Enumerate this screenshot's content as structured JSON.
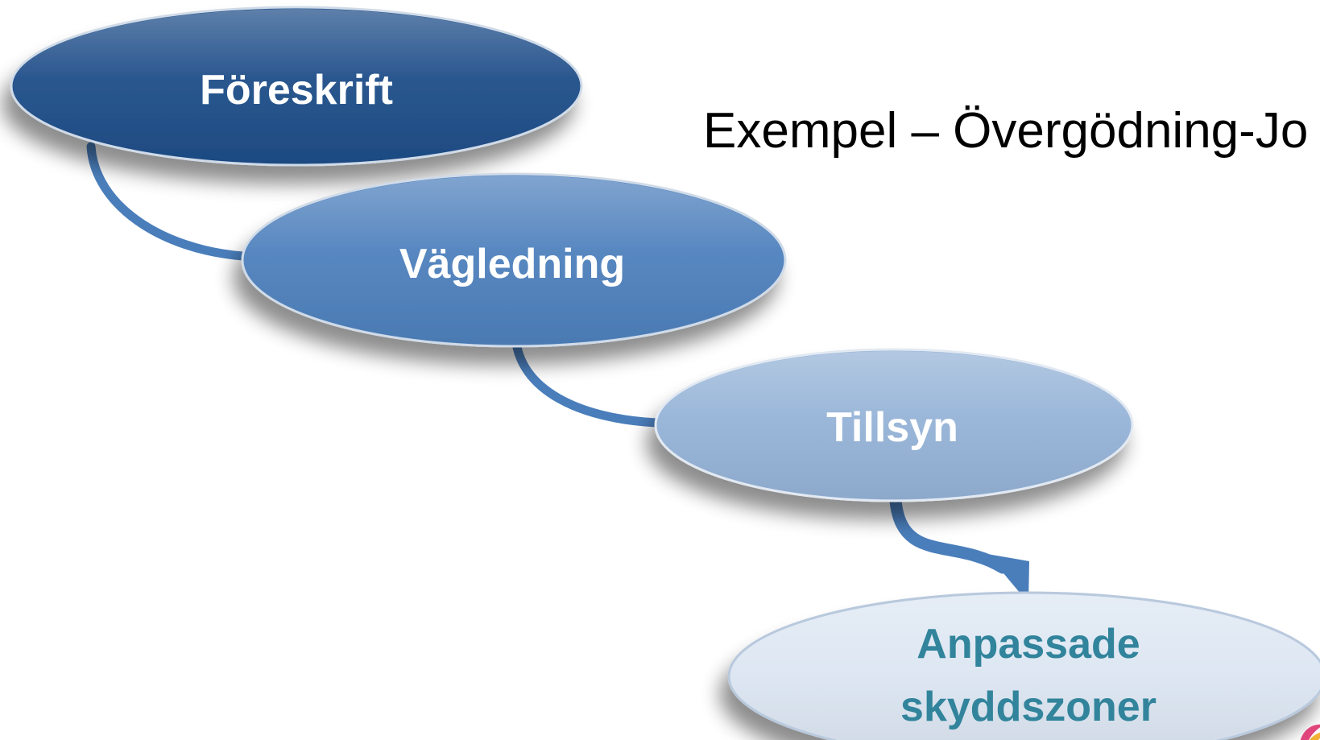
{
  "title": "Exempel – Övergödning-Jo",
  "nodes": [
    {
      "label_lines": [
        "Föreskrift"
      ],
      "fill": "#1f4e89",
      "text_color": "#ffffff"
    },
    {
      "label_lines": [
        "Vägledning"
      ],
      "fill": "#4f81bd",
      "text_color": "#ffffff"
    },
    {
      "label_lines": [
        "Tillsyn"
      ],
      "fill": "#95b3d7",
      "text_color": "#ffffff"
    },
    {
      "label_lines": [
        "Anpassade",
        "skyddszoner"
      ],
      "fill": "#dce6f2",
      "text_color": "#31849b"
    }
  ],
  "connectors": [
    {
      "from": 0,
      "to": 1,
      "arrow": false
    },
    {
      "from": 1,
      "to": 2,
      "arrow": false
    },
    {
      "from": 2,
      "to": 3,
      "arrow": true
    }
  ],
  "connector_color": "#4a7ebb",
  "background": "#ffffff"
}
